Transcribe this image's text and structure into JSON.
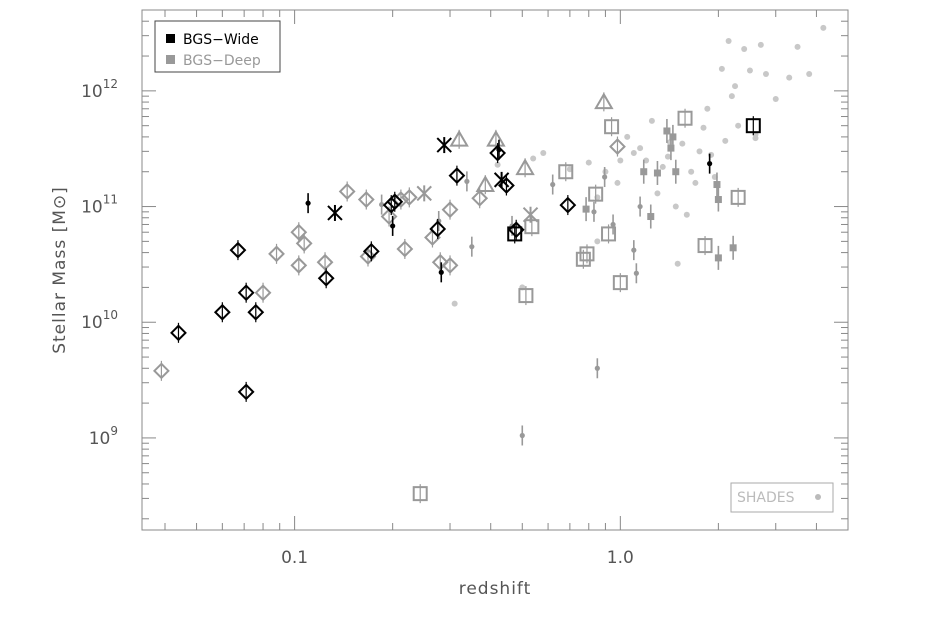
{
  "chart_data": {
    "type": "scatter",
    "xlabel": "redshift",
    "ylabel_main": "Stellar Mass [M",
    "ylabel_sun": "⊙",
    "ylabel_end": "]",
    "xscale": "log",
    "yscale": "log",
    "xlim": [
      0.034,
      5.0
    ],
    "ylim": [
      160000000.0,
      5000000000000.0
    ],
    "grid": false,
    "x_ticks": [
      {
        "value": 0.1,
        "label": "0.1"
      },
      {
        "value": 1.0,
        "label": "1.0"
      }
    ],
    "y_ticks": [
      {
        "value": 1000000000.0,
        "base": "10",
        "exp": "9"
      },
      {
        "value": 10000000000.0,
        "base": "10",
        "exp": "10"
      },
      {
        "value": 100000000000.0,
        "base": "10",
        "exp": "11"
      },
      {
        "value": 1000000000000.0,
        "base": "10",
        "exp": "12"
      }
    ],
    "legend": {
      "placement": "top-left",
      "entries": [
        {
          "label": "BGS−Wide",
          "color": "#000000"
        },
        {
          "label": "BGS−Deep",
          "color": "#999999"
        }
      ]
    },
    "annotation": {
      "label": "SHADES",
      "placement": "bottom-right",
      "color": "#bbbbbb"
    },
    "colors": {
      "wide": "#000000",
      "deep": "#999999",
      "shades": "#c8c8c8"
    },
    "series": [
      {
        "name": "BGS−Wide",
        "color": "#000000",
        "points": [
          {
            "x": 0.044,
            "y": 8100000000.0,
            "m": "diamond"
          },
          {
            "x": 0.06,
            "y": 12200000000.0,
            "m": "diamond"
          },
          {
            "x": 0.067,
            "y": 42000000000.0,
            "m": "diamond"
          },
          {
            "x": 0.071,
            "y": 18000000000.0,
            "m": "diamond"
          },
          {
            "x": 0.071,
            "y": 2500000000.0,
            "m": "diamond"
          },
          {
            "x": 0.076,
            "y": 12200000000.0,
            "m": "diamond"
          },
          {
            "x": 0.11,
            "y": 107000000000.0,
            "m": "dot"
          },
          {
            "x": 0.125,
            "y": 24000000000.0,
            "m": "diamond"
          },
          {
            "x": 0.133,
            "y": 88000000000.0,
            "m": "asterisk"
          },
          {
            "x": 0.172,
            "y": 41000000000.0,
            "m": "diamond"
          },
          {
            "x": 0.198,
            "y": 103000000000.0,
            "m": "diamond"
          },
          {
            "x": 0.2,
            "y": 68000000000.0,
            "m": "dot"
          },
          {
            "x": 0.203,
            "y": 110000000000.0,
            "m": "diamond"
          },
          {
            "x": 0.275,
            "y": 64000000000.0,
            "m": "diamond"
          },
          {
            "x": 0.282,
            "y": 27000000000.0,
            "m": "dot"
          },
          {
            "x": 0.288,
            "y": 340000000000.0,
            "m": "asterisk"
          },
          {
            "x": 0.315,
            "y": 185000000000.0,
            "m": "diamond"
          },
          {
            "x": 0.42,
            "y": 290000000000.0,
            "m": "diamond"
          },
          {
            "x": 0.424,
            "y": 310000000000.0,
            "m": "dot"
          },
          {
            "x": 0.432,
            "y": 170000000000.0,
            "m": "asterisk"
          },
          {
            "x": 0.447,
            "y": 152000000000.0,
            "m": "diamond"
          },
          {
            "x": 0.474,
            "y": 58000000000.0,
            "m": "square"
          },
          {
            "x": 0.479,
            "y": 63000000000.0,
            "m": "diamond"
          },
          {
            "x": 0.69,
            "y": 103000000000.0,
            "m": "diamond"
          },
          {
            "x": 1.88,
            "y": 235000000000.0,
            "m": "dot"
          },
          {
            "x": 2.56,
            "y": 500000000000.0,
            "m": "square"
          }
        ]
      },
      {
        "name": "BGS−Deep",
        "color": "#999999",
        "points": [
          {
            "x": 0.039,
            "y": 3800000000.0,
            "m": "diamond"
          },
          {
            "x": 0.08,
            "y": 18000000000.0,
            "m": "diamond"
          },
          {
            "x": 0.088,
            "y": 39000000000.0,
            "m": "diamond"
          },
          {
            "x": 0.103,
            "y": 60000000000.0,
            "m": "diamond"
          },
          {
            "x": 0.103,
            "y": 31000000000.0,
            "m": "diamond"
          },
          {
            "x": 0.107,
            "y": 48000000000.0,
            "m": "diamond"
          },
          {
            "x": 0.124,
            "y": 33000000000.0,
            "m": "diamond"
          },
          {
            "x": 0.145,
            "y": 135000000000.0,
            "m": "diamond"
          },
          {
            "x": 0.166,
            "y": 115000000000.0,
            "m": "diamond"
          },
          {
            "x": 0.168,
            "y": 37000000000.0,
            "m": "diamond"
          },
          {
            "x": 0.185,
            "y": 104000000000.0,
            "m": "dot"
          },
          {
            "x": 0.195,
            "y": 82000000000.0,
            "m": "diamond"
          },
          {
            "x": 0.212,
            "y": 115000000000.0,
            "m": "diamond"
          },
          {
            "x": 0.218,
            "y": 43000000000.0,
            "m": "diamond"
          },
          {
            "x": 0.225,
            "y": 120000000000.0,
            "m": "diamond"
          },
          {
            "x": 0.243,
            "y": 330000000.0,
            "m": "square"
          },
          {
            "x": 0.25,
            "y": 130000000000.0,
            "m": "asterisk"
          },
          {
            "x": 0.265,
            "y": 54000000000.0,
            "m": "diamond"
          },
          {
            "x": 0.277,
            "y": 75000000000.0,
            "m": "dot"
          },
          {
            "x": 0.28,
            "y": 33000000000.0,
            "m": "diamond"
          },
          {
            "x": 0.3,
            "y": 31000000000.0,
            "m": "diamond"
          },
          {
            "x": 0.3,
            "y": 94000000000.0,
            "m": "diamond"
          },
          {
            "x": 0.32,
            "y": 370000000000.0,
            "m": "triangle"
          },
          {
            "x": 0.338,
            "y": 165000000000.0,
            "m": "dot"
          },
          {
            "x": 0.35,
            "y": 45000000000.0,
            "m": "dot"
          },
          {
            "x": 0.37,
            "y": 118000000000.0,
            "m": "diamond"
          },
          {
            "x": 0.385,
            "y": 150000000000.0,
            "m": "triangle"
          },
          {
            "x": 0.415,
            "y": 370000000000.0,
            "m": "triangle"
          },
          {
            "x": 0.465,
            "y": 68000000000.0,
            "m": "dot"
          },
          {
            "x": 0.5,
            "y": 1050000000.0,
            "m": "dot"
          },
          {
            "x": 0.51,
            "y": 210000000000.0,
            "m": "triangle"
          },
          {
            "x": 0.513,
            "y": 17000000000.0,
            "m": "square"
          },
          {
            "x": 0.53,
            "y": 85000000000.0,
            "m": "asterisk"
          },
          {
            "x": 0.535,
            "y": 67000000000.0,
            "m": "square"
          },
          {
            "x": 0.62,
            "y": 155000000000.0,
            "m": "dot"
          },
          {
            "x": 0.68,
            "y": 200000000000.0,
            "m": "square"
          },
          {
            "x": 0.77,
            "y": 35000000000.0,
            "m": "square"
          },
          {
            "x": 0.785,
            "y": 95000000000.0,
            "m": "square-filled"
          },
          {
            "x": 0.79,
            "y": 39000000000.0,
            "m": "square"
          },
          {
            "x": 0.83,
            "y": 90000000000.0,
            "m": "dot"
          },
          {
            "x": 0.84,
            "y": 128000000000.0,
            "m": "square"
          },
          {
            "x": 0.85,
            "y": 4000000000.0,
            "m": "dot"
          },
          {
            "x": 0.89,
            "y": 780000000000.0,
            "m": "triangle"
          },
          {
            "x": 0.895,
            "y": 180000000000.0,
            "m": "dot"
          },
          {
            "x": 0.92,
            "y": 58000000000.0,
            "m": "square"
          },
          {
            "x": 0.94,
            "y": 490000000000.0,
            "m": "square"
          },
          {
            "x": 0.95,
            "y": 70000000000.0,
            "m": "dot"
          },
          {
            "x": 0.98,
            "y": 330000000000.0,
            "m": "diamond"
          },
          {
            "x": 1.0,
            "y": 22000000000.0,
            "m": "square"
          },
          {
            "x": 1.1,
            "y": 42000000000.0,
            "m": "dot"
          },
          {
            "x": 1.12,
            "y": 26500000000.0,
            "m": "dot"
          },
          {
            "x": 1.15,
            "y": 100000000000.0,
            "m": "dot"
          },
          {
            "x": 1.18,
            "y": 200000000000.0,
            "m": "square-filled"
          },
          {
            "x": 1.24,
            "y": 82000000000.0,
            "m": "square-filled"
          },
          {
            "x": 1.3,
            "y": 195000000000.0,
            "m": "square-filled"
          },
          {
            "x": 1.39,
            "y": 450000000000.0,
            "m": "square-filled"
          },
          {
            "x": 1.43,
            "y": 320000000000.0,
            "m": "square-filled"
          },
          {
            "x": 1.45,
            "y": 400000000000.0,
            "m": "square-filled"
          },
          {
            "x": 1.48,
            "y": 200000000000.0,
            "m": "square-filled"
          },
          {
            "x": 1.58,
            "y": 580000000000.0,
            "m": "square"
          },
          {
            "x": 1.82,
            "y": 46000000000.0,
            "m": "square"
          },
          {
            "x": 1.98,
            "y": 155000000000.0,
            "m": "square-filled"
          },
          {
            "x": 2.0,
            "y": 115000000000.0,
            "m": "square-filled"
          },
          {
            "x": 2.0,
            "y": 36000000000.0,
            "m": "square-filled"
          },
          {
            "x": 2.22,
            "y": 44000000000.0,
            "m": "square-filled"
          },
          {
            "x": 2.3,
            "y": 120000000000.0,
            "m": "square"
          }
        ]
      },
      {
        "name": "SHADES",
        "color": "#c8c8c8",
        "points": [
          {
            "x": 0.31,
            "y": 14500000000.0
          },
          {
            "x": 0.42,
            "y": 230000000000.0
          },
          {
            "x": 0.5,
            "y": 20000000000.0
          },
          {
            "x": 0.54,
            "y": 260000000000.0
          },
          {
            "x": 0.58,
            "y": 290000000000.0
          },
          {
            "x": 0.7,
            "y": 210000000000.0
          },
          {
            "x": 0.8,
            "y": 240000000000.0
          },
          {
            "x": 0.85,
            "y": 120000000000.0
          },
          {
            "x": 0.9,
            "y": 200000000000.0
          },
          {
            "x": 0.98,
            "y": 160000000000.0
          },
          {
            "x": 1.0,
            "y": 250000000000.0
          },
          {
            "x": 1.05,
            "y": 400000000000.0
          },
          {
            "x": 1.1,
            "y": 290000000000.0
          },
          {
            "x": 1.15,
            "y": 320000000000.0
          },
          {
            "x": 1.2,
            "y": 250000000000.0
          },
          {
            "x": 1.25,
            "y": 550000000000.0
          },
          {
            "x": 1.3,
            "y": 130000000000.0
          },
          {
            "x": 1.35,
            "y": 220000000000.0
          },
          {
            "x": 1.4,
            "y": 270000000000.0
          },
          {
            "x": 1.48,
            "y": 100000000000.0
          },
          {
            "x": 1.5,
            "y": 32000000000.0
          },
          {
            "x": 1.55,
            "y": 350000000000.0
          },
          {
            "x": 1.6,
            "y": 85000000000.0
          },
          {
            "x": 1.65,
            "y": 200000000000.0
          },
          {
            "x": 1.7,
            "y": 160000000000.0
          },
          {
            "x": 1.75,
            "y": 300000000000.0
          },
          {
            "x": 1.8,
            "y": 480000000000.0
          },
          {
            "x": 1.85,
            "y": 700000000000.0
          },
          {
            "x": 1.9,
            "y": 280000000000.0
          },
          {
            "x": 1.95,
            "y": 180000000000.0
          },
          {
            "x": 2.05,
            "y": 1550000000000.0
          },
          {
            "x": 2.1,
            "y": 370000000000.0
          },
          {
            "x": 2.15,
            "y": 2700000000000.0
          },
          {
            "x": 2.2,
            "y": 900000000000.0
          },
          {
            "x": 2.25,
            "y": 1100000000000.0
          },
          {
            "x": 2.3,
            "y": 500000000000.0
          },
          {
            "x": 2.4,
            "y": 2300000000000.0
          },
          {
            "x": 2.5,
            "y": 1500000000000.0
          },
          {
            "x": 2.6,
            "y": 420000000000.0
          },
          {
            "x": 2.7,
            "y": 2500000000000.0
          },
          {
            "x": 2.8,
            "y": 1400000000000.0
          },
          {
            "x": 3.0,
            "y": 850000000000.0
          },
          {
            "x": 3.3,
            "y": 1300000000000.0
          },
          {
            "x": 3.5,
            "y": 2400000000000.0
          },
          {
            "x": 3.8,
            "y": 1400000000000.0
          },
          {
            "x": 4.2,
            "y": 3500000000000.0
          },
          {
            "x": 0.85,
            "y": 50000000000.0
          },
          {
            "x": 1.42,
            "y": 360000000000.0
          },
          {
            "x": 2.6,
            "y": 390000000000.0
          }
        ]
      }
    ]
  }
}
